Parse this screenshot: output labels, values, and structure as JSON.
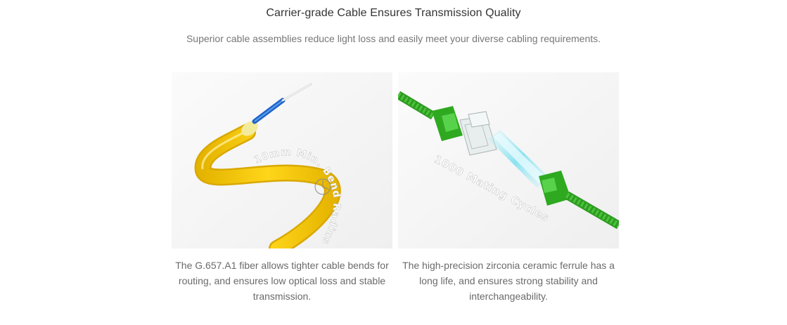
{
  "header": {
    "title": "Carrier-grade Cable Ensures Transmission Quality",
    "subtitle": "Superior cable assemblies reduce light loss and easily meet your diverse cabling requirements."
  },
  "cards": [
    {
      "overlay_text": "10mm Min. Bend Radius",
      "description": "The G.657.A1 fiber allows tighter cable bends for routing, and ensures low optical loss and stable transmission."
    },
    {
      "overlay_text": "1000 Mating Cycles",
      "description": "The high-precision zirconia ceramic ferrule has a long life, and ensures strong stability and interchangeability."
    }
  ],
  "colors": {
    "cable_yellow": "#f2c500",
    "connector_green": "#3cbf2a",
    "fiber_blue": "#1f63c9"
  }
}
